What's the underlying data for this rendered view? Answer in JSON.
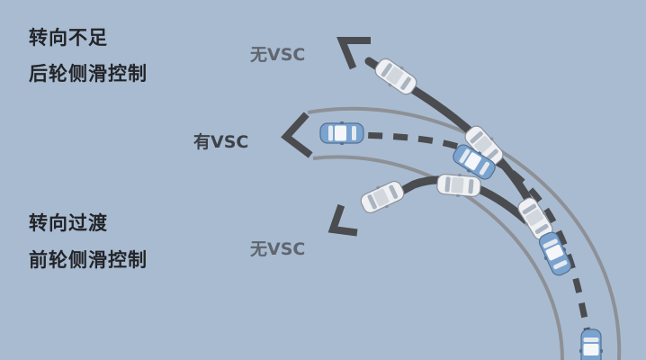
{
  "labels": {
    "understeer_title": "转向不足",
    "understeer_subtitle": "后轮侧滑控制",
    "oversteer_title": "转向过渡",
    "oversteer_subtitle": "前轮侧滑控制",
    "no_vsc_top": "无VSC",
    "with_vsc": "有VSC",
    "no_vsc_bottom": "无VSC"
  },
  "colors": {
    "background": "#a9bbd0",
    "road_edge": "#8d9096",
    "trajectory": "#4a4c50",
    "car_white": "#eef0f3",
    "car_blue": "#7aa3cf",
    "car_outline": "#8a929c"
  }
}
